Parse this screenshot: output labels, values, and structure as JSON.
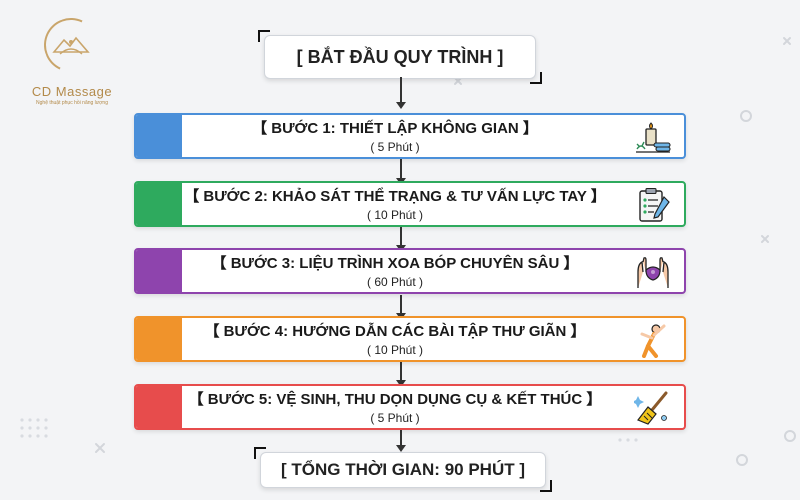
{
  "logo": {
    "name": "CD Massage",
    "tagline": "Nghệ thuật phục hồi năng lượng"
  },
  "start": {
    "label": "[ BẮT ĐẦU QUY TRÌNH ]"
  },
  "steps": [
    {
      "title": "【 BƯỚC 1: THIẾT LẬP KHÔNG GIAN 】",
      "duration": "( 5 Phút )",
      "color": "#4a8fd9",
      "icon": "spa-candle-icon"
    },
    {
      "title": "【 BƯỚC 2: KHẢO SÁT THỂ TRẠNG & TƯ VẤN LỰC TAY 】",
      "duration": "( 10 Phút )",
      "color": "#2eaa5e",
      "icon": "clipboard-icon"
    },
    {
      "title": "【 BƯỚC 3: LIỆU TRÌNH XOA BÓP CHUYÊN SÂU 】",
      "duration": "( 60 Phút )",
      "color": "#8e44ad",
      "icon": "massage-hands-icon"
    },
    {
      "title": "【 BƯỚC 4: HƯỚNG DẪN CÁC BÀI TẬP THƯ GIÃN 】",
      "duration": "( 10 Phút )",
      "color": "#f0932b",
      "icon": "stretching-person-icon"
    },
    {
      "title": "【 BƯỚC 5: VỆ SINH, THU DỌN DỤNG CỤ & KẾT THÚC 】",
      "duration": "( 5 Phút )",
      "color": "#e74c4c",
      "icon": "cleaning-broom-icon"
    }
  ],
  "total": {
    "label": "[ TỔNG THỜI GIAN: 90 PHÚT ]"
  }
}
